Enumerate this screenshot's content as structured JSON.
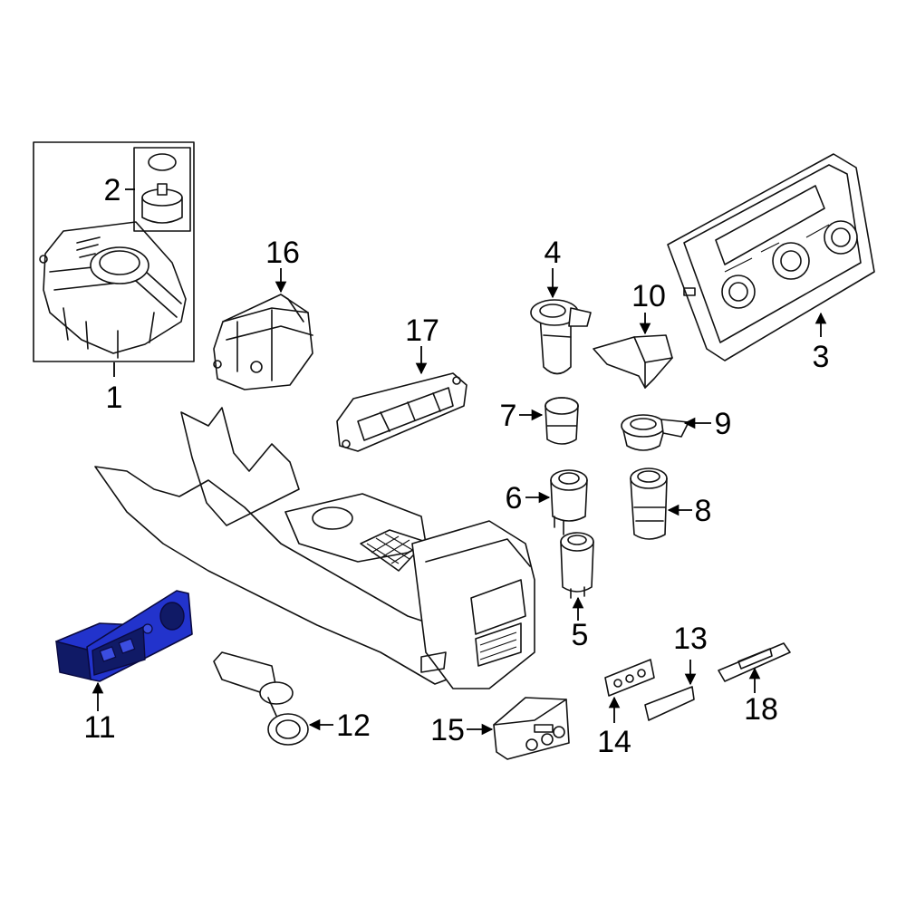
{
  "callouts": [
    {
      "id": "1",
      "label": "1"
    },
    {
      "id": "2",
      "label": "2"
    },
    {
      "id": "3",
      "label": "3"
    },
    {
      "id": "4",
      "label": "4"
    },
    {
      "id": "5",
      "label": "5"
    },
    {
      "id": "6",
      "label": "6"
    },
    {
      "id": "7",
      "label": "7"
    },
    {
      "id": "8",
      "label": "8"
    },
    {
      "id": "9",
      "label": "9"
    },
    {
      "id": "10",
      "label": "10"
    },
    {
      "id": "11",
      "label": "11"
    },
    {
      "id": "12",
      "label": "12"
    },
    {
      "id": "13",
      "label": "13"
    },
    {
      "id": "14",
      "label": "14"
    },
    {
      "id": "15",
      "label": "15"
    },
    {
      "id": "16",
      "label": "16"
    },
    {
      "id": "17",
      "label": "17"
    },
    {
      "id": "18",
      "label": "18"
    }
  ],
  "highlighted_part": "11",
  "colors": {
    "highlight": "#2233cc",
    "line": "#111111",
    "background": "#ffffff"
  }
}
